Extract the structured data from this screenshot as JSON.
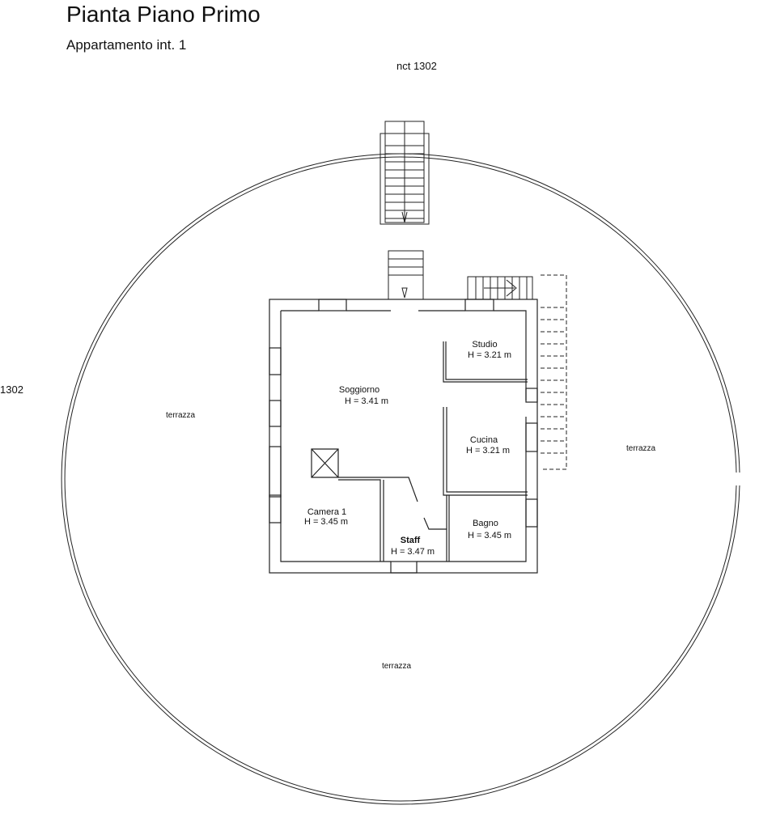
{
  "title": "Pianta Piano Primo",
  "subtitle": "Appartamento int. 1",
  "labels": {
    "north": "nct 1302",
    "west": "1302",
    "terrace_west": "terrazza",
    "terrace_east": "terrazza",
    "terrace_south": "terrazza"
  },
  "rooms": [
    {
      "name": "Soggiorno",
      "height": "H = 3.41 m"
    },
    {
      "name": "Studio",
      "height": "H = 3.21 m"
    },
    {
      "name": "Cucina",
      "height": "H = 3.21 m"
    },
    {
      "name": "Camera 1",
      "height": "H = 3.45 m"
    },
    {
      "name": "Staff",
      "height": "H = 3.47 m"
    },
    {
      "name": "Bagno",
      "height": "H = 3.45 m"
    }
  ]
}
